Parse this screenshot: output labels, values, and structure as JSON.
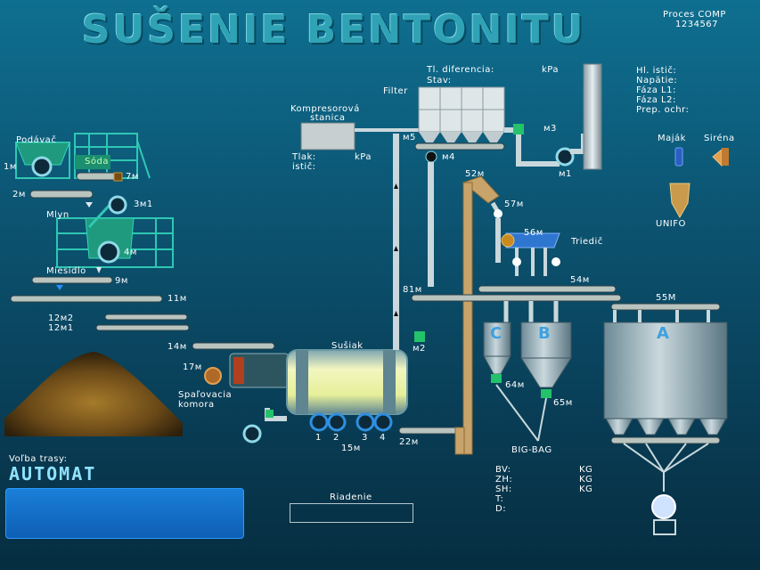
{
  "title": "SUŠENIE   BENTONITU",
  "process_comp": {
    "line1": "Proces COMP",
    "line2": "1234567"
  },
  "filter": {
    "label": "Filter",
    "diff_label": "Tl. diferencia:",
    "diff_unit": "kPa",
    "state_label": "Stav:"
  },
  "compressor": {
    "label_line1": "Kompresorová",
    "label_line2": "stanica",
    "pressure_label": "Tlak:",
    "pressure_unit": "kPa",
    "breaker_label": "istič:"
  },
  "status_panel": {
    "main_breaker": "Hl. istič:",
    "voltage": "Napätie:",
    "phase_l1": "Fáza L1:",
    "phase_l2": "Fáza L2:",
    "surge": "Prep. ochr:"
  },
  "signals": {
    "beacon": "Maják",
    "siren": "Siréna",
    "unifo": "UNIFO"
  },
  "left_section": {
    "feeder": "Podávač",
    "soda": "Sóda",
    "mill": "Mlyn",
    "mixer": "Miesidlo",
    "m1": "1м",
    "m2": "2м",
    "m7": "7м",
    "m3m1": "3м1",
    "m4": "4м",
    "m9": "9м",
    "m11": "11м",
    "m12m2": "12м2",
    "m12m1": "12м1",
    "m14": "14м",
    "m17": "17м",
    "combustion_line1": "Spaľovacia",
    "combustion_line2": "komora"
  },
  "dryer": {
    "label": "Sušiak",
    "fans": [
      "1",
      "2",
      "3",
      "4"
    ],
    "motor_label": "15м",
    "m22": "22м",
    "m2": "м2"
  },
  "right_section": {
    "m3": "м3",
    "m1": "м1",
    "m4": "м4",
    "m5": "м5",
    "m52": "52м",
    "m57": "57м",
    "m56": "56м",
    "sorter": "Triedič",
    "m81": "81м",
    "m54": "54м",
    "m55": "55М",
    "m64": "64м",
    "m65": "65м",
    "silo_a": "A",
    "silo_b": "B",
    "silo_c": "C",
    "big_bag": "BIG-BAG"
  },
  "weights": {
    "labels": [
      "BV:",
      "ZH:",
      "SH:",
      "T:",
      "D:"
    ],
    "units": [
      "KG",
      "KG",
      "KG"
    ]
  },
  "route": {
    "label": "Voľba trasy:",
    "value": "AUTOMAT"
  },
  "control": {
    "label": "Riadenie"
  },
  "colors": {
    "background": "#0c5674",
    "title": "#2fa3b5",
    "conveyor": "#b9c4bf",
    "pipe": "#c8d8dc",
    "route_panel": "#1a7fd9",
    "green_structure": "#19a58a"
  }
}
